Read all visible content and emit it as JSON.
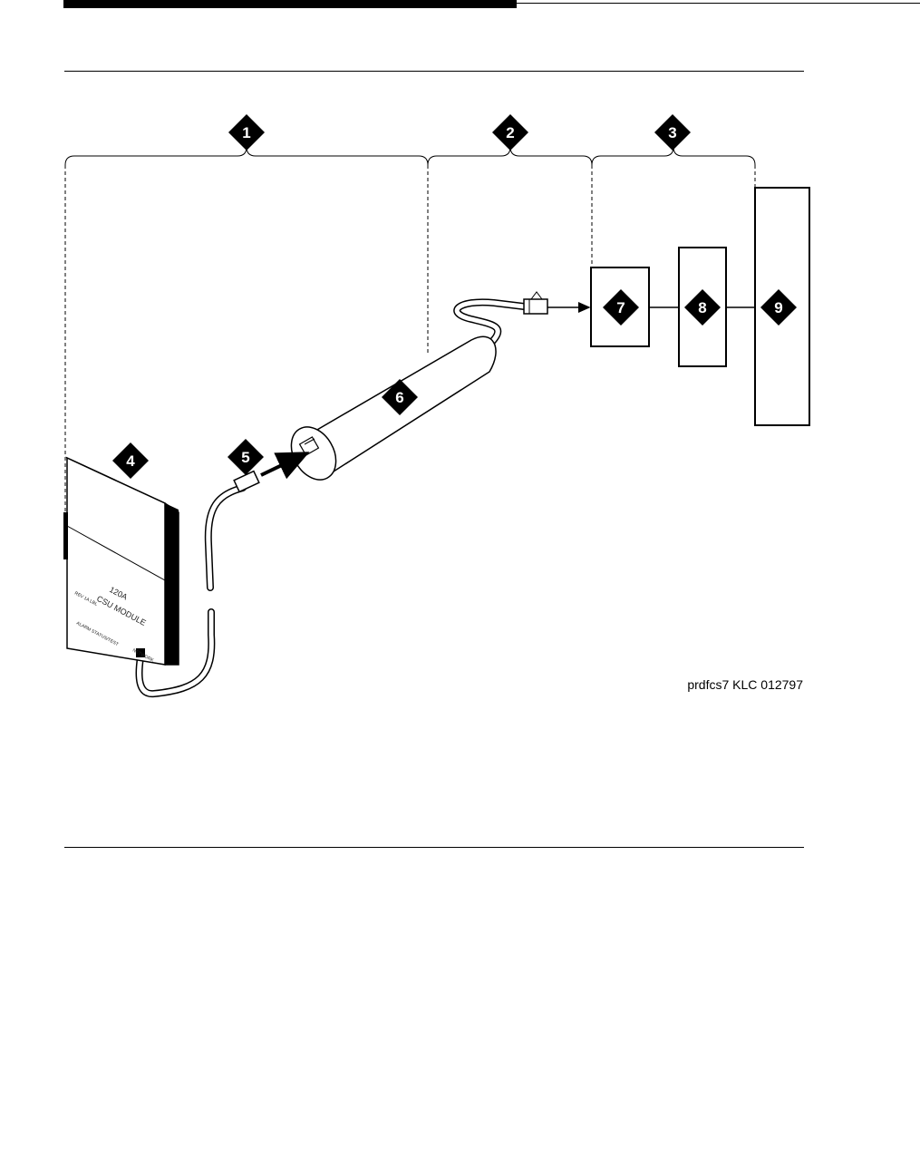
{
  "callouts": {
    "c1": "1",
    "c2": "2",
    "c3": "3",
    "c4": "4",
    "c5": "5",
    "c6": "6",
    "c7": "7",
    "c8": "8",
    "c9": "9"
  },
  "module": {
    "line1": "120A",
    "line2": "CSU MODULE",
    "small_left": "REV 1A LBL",
    "small_bottom_left": "ALARM STATUS/TEST",
    "small_bottom_right": "NETWORK"
  },
  "credit": "prdfcs7 KLC 012797",
  "colors": {
    "ink": "#000000",
    "callout_fill": "#000000",
    "callout_text": "#ffffff"
  }
}
